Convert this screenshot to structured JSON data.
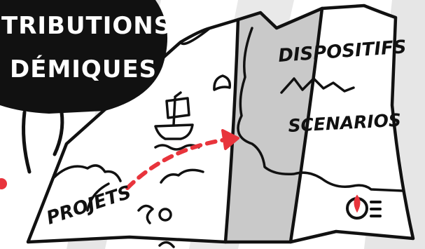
{
  "bubble": {
    "line1": "TRIBUTIONS",
    "line2": "DÉMIQUES"
  },
  "map": {
    "label_dispositifs": "DISPOSITIFS",
    "label_scenarios": "SCENARIOS",
    "label_projets": "PROJETS"
  },
  "colors": {
    "ink": "#111111",
    "fold_gray": "#c9c9c9",
    "shade_gray": "#e2e2e2",
    "arrow_red": "#e8343c",
    "background": "#ffffff"
  },
  "icons": [
    "ship-icon",
    "map-pin-icon",
    "island-icon",
    "mountain-ridge-icon",
    "dashed-arrow-icon"
  ]
}
